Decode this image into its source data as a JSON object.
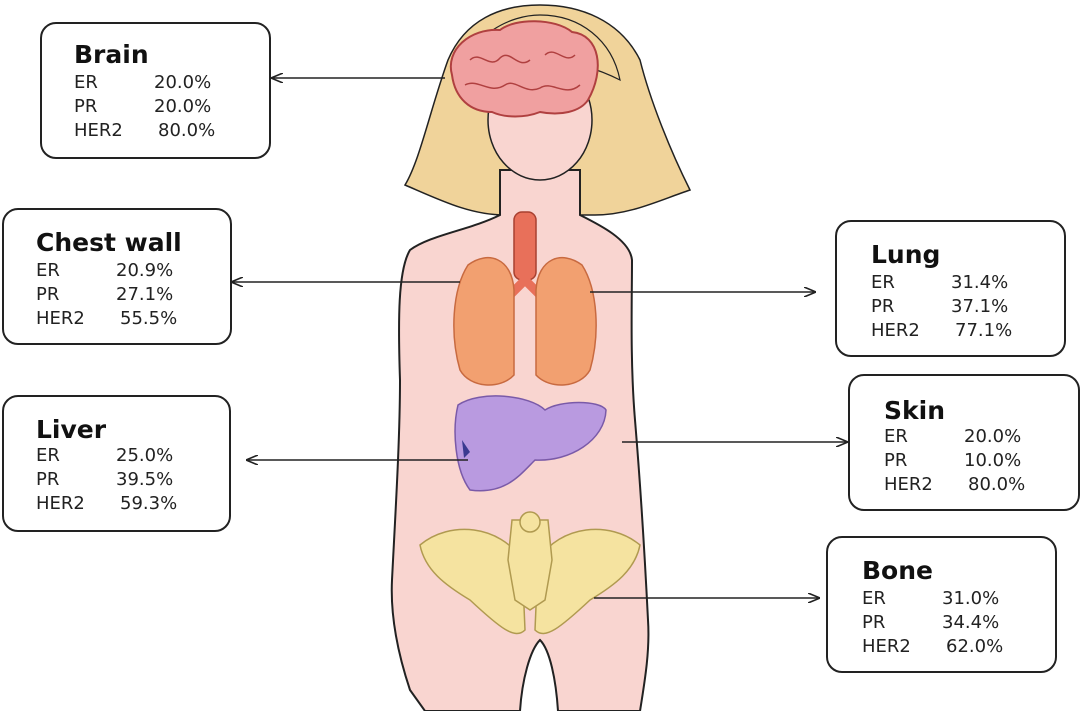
{
  "panels": {
    "brain": {
      "title": "Brain",
      "rows": [
        {
          "label": "ER",
          "value": "20.0%"
        },
        {
          "label": "PR",
          "value": "20.0%"
        },
        {
          "label": "HER2",
          "value": "80.0%"
        }
      ]
    },
    "chest_wall": {
      "title": "Chest wall",
      "rows": [
        {
          "label": "ER",
          "value": "20.9%"
        },
        {
          "label": "PR",
          "value": "27.1%"
        },
        {
          "label": "HER2",
          "value": "55.5%"
        }
      ]
    },
    "liver": {
      "title": "Liver",
      "rows": [
        {
          "label": "ER",
          "value": "25.0%"
        },
        {
          "label": "PR",
          "value": "39.5%"
        },
        {
          "label": "HER2",
          "value": "59.3%"
        }
      ]
    },
    "lung": {
      "title": "Lung",
      "rows": [
        {
          "label": "ER",
          "value": "31.4%"
        },
        {
          "label": "PR",
          "value": "37.1%"
        },
        {
          "label": "HER2",
          "value": "77.1%"
        }
      ]
    },
    "skin": {
      "title": "Skin",
      "rows": [
        {
          "label": "ER",
          "value": "20.0%"
        },
        {
          "label": "PR",
          "value": "10.0%"
        },
        {
          "label": "HER2",
          "value": "80.0%"
        }
      ]
    },
    "bone": {
      "title": "Bone",
      "rows": [
        {
          "label": "ER",
          "value": "31.0%"
        },
        {
          "label": "PR",
          "value": "34.4%"
        },
        {
          "label": "HER2",
          "value": "62.0%"
        }
      ]
    }
  },
  "colors": {
    "skin_tone": "#f9d5d0",
    "hair": "#f0d39a",
    "brain": "#f0a0a0",
    "lungs": "#f2a070",
    "trachea": "#e8705a",
    "liver": "#b99ae0",
    "pelvis": "#f5e3a0",
    "outline": "#222222"
  }
}
